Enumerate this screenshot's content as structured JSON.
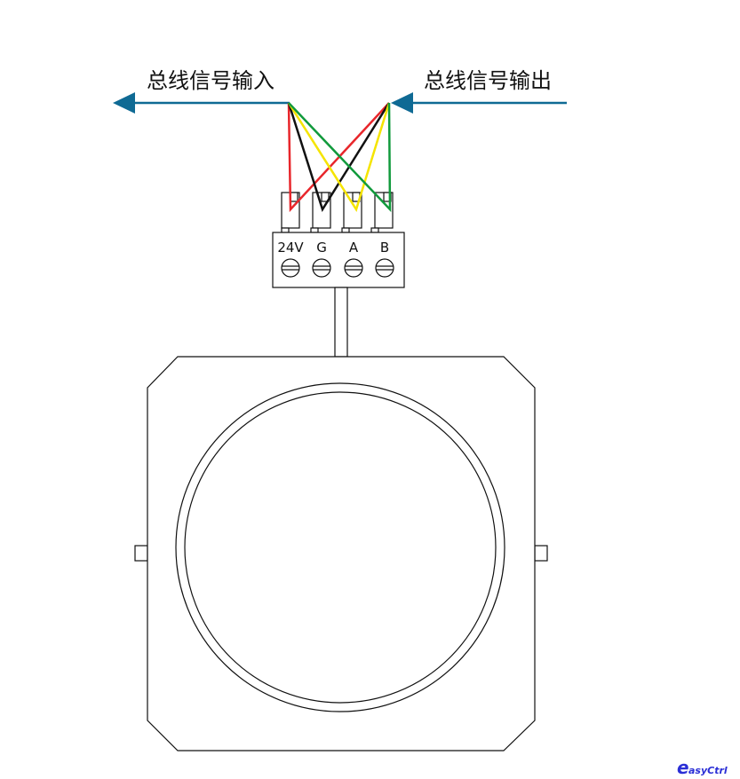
{
  "labels": {
    "bus_input": "总线信号输入",
    "bus_output": "总线信号输出"
  },
  "terminals": [
    "24V",
    "G",
    "A",
    "B"
  ],
  "logo": "EasyCtrl",
  "colors": {
    "arrow": "#0f6a94",
    "wire_24v": "#e8262b",
    "wire_g": "#111111",
    "wire_a": "#f5e400",
    "wire_b": "#119a3c"
  }
}
